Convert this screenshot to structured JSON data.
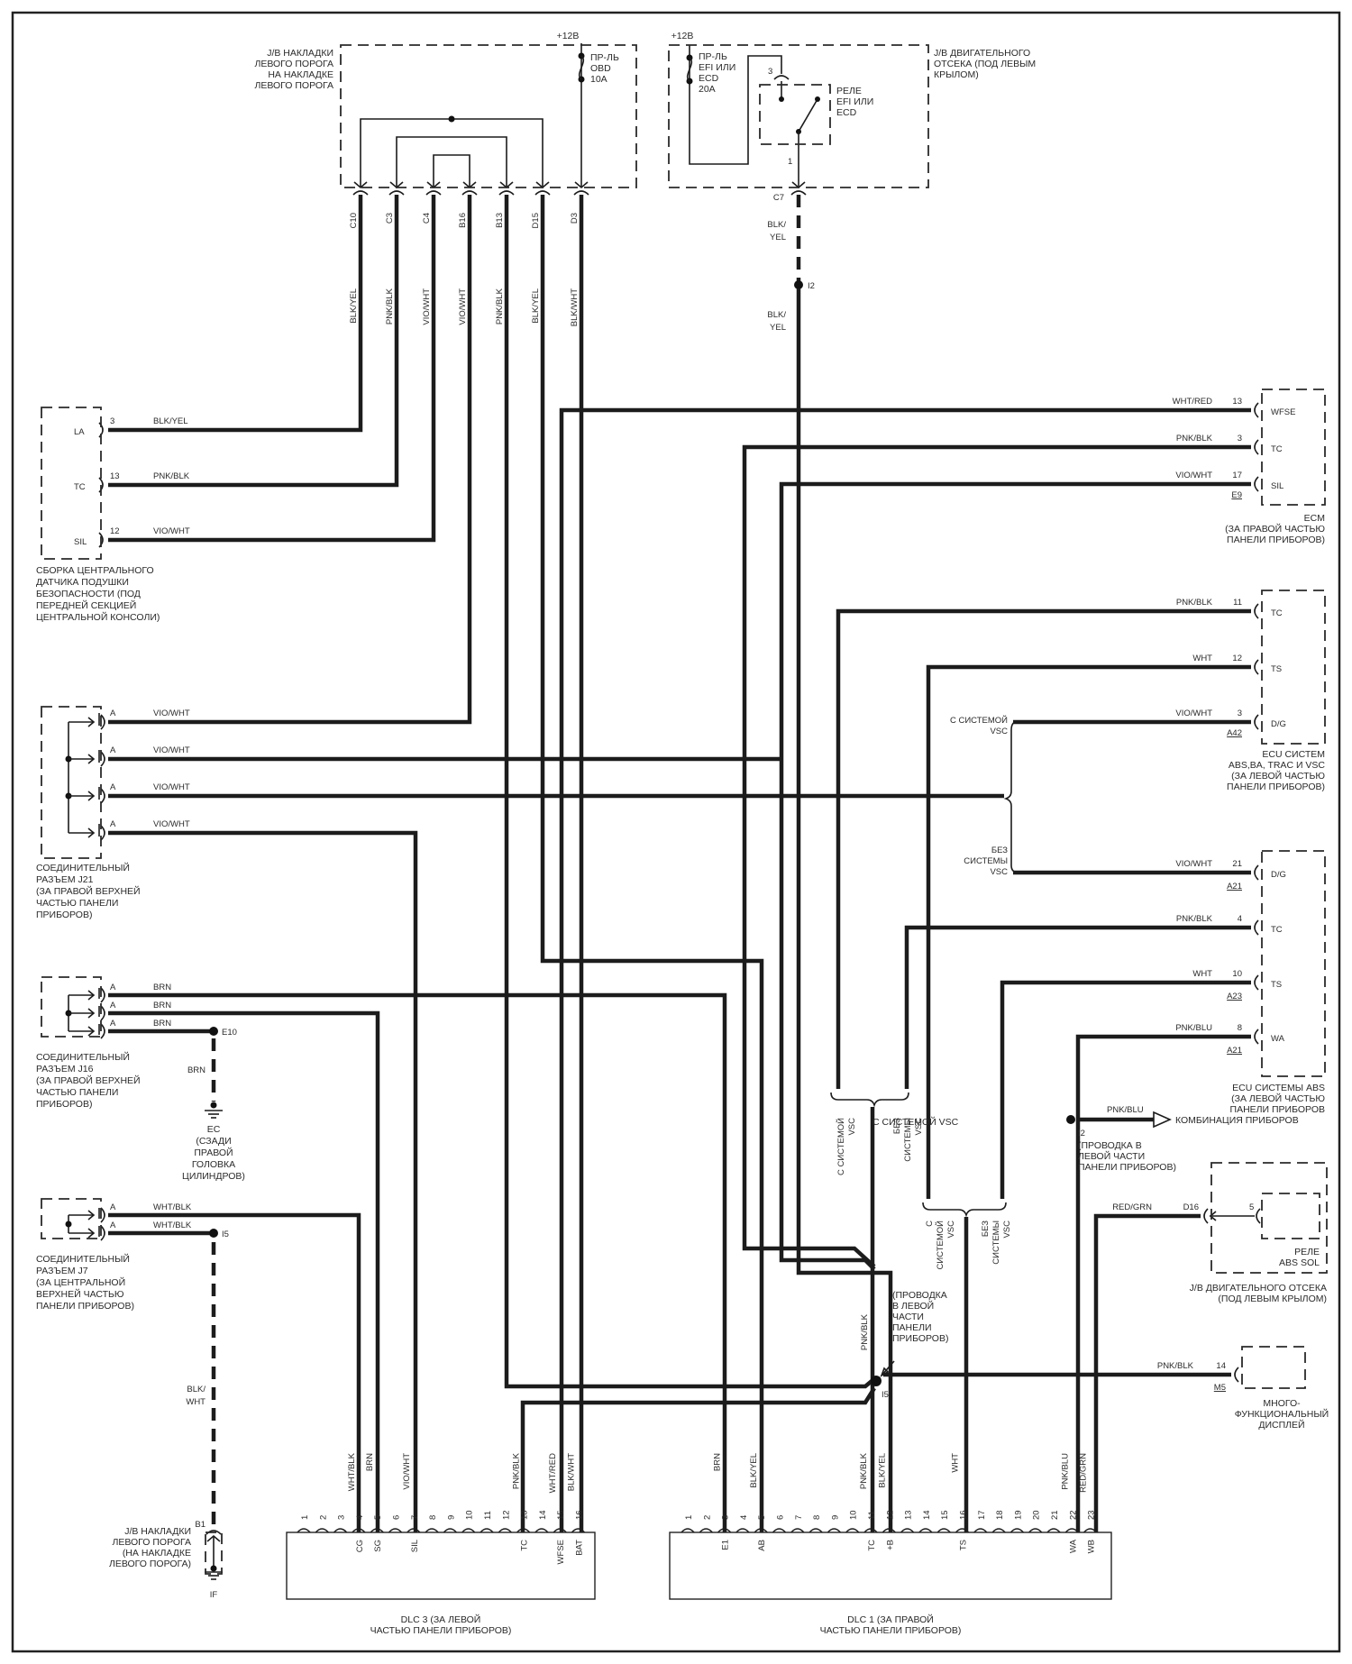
{
  "jb_left_sill": {
    "supply": "+12В",
    "title": [
      "J/B НАКЛАДКИ",
      "ЛЕВОГО ПОРОГА",
      "НА НАКЛАДКЕ",
      "ЛЕВОГО ПОРОГА"
    ],
    "fuse": [
      "ПР-ЛЬ",
      "OBD",
      "10A"
    ],
    "terminals": [
      {
        "pin": "C10",
        "wire": "BLK/YEL"
      },
      {
        "pin": "C3",
        "wire": "PNK/BLK"
      },
      {
        "pin": "C4",
        "wire": "VIO/WHT"
      },
      {
        "pin": "B16",
        "wire": "VIO/WHT"
      },
      {
        "pin": "B13",
        "wire": "PNK/BLK"
      },
      {
        "pin": "D15",
        "wire": "BLK/YEL"
      },
      {
        "pin": "D3",
        "wire": "BLK/WHT"
      }
    ]
  },
  "jb_engine": {
    "supply": "+12В",
    "title": [
      "J/B ДВИГАТЕЛЬНОГО",
      "ОТСЕКА (ПОД ЛЕВЫМ",
      "КРЫЛОМ)"
    ],
    "fuse": [
      "ПР-ЛЬ",
      "EFI ИЛИ",
      "ECD",
      "20A"
    ],
    "relay": [
      "РЕЛЕ",
      "EFI ИЛИ",
      "ECD"
    ],
    "relay_pins": [
      "3",
      "1"
    ],
    "out_pin": "C7",
    "wire": [
      "BLK/",
      "YEL"
    ],
    "splice": "I2"
  },
  "airbag_sensor": {
    "pins": [
      {
        "name": "LA",
        "num": "3",
        "wire": "BLK/YEL"
      },
      {
        "name": "TC",
        "num": "13",
        "wire": "PNK/BLK"
      },
      {
        "name": "SIL",
        "num": "12",
        "wire": "VIO/WHT"
      }
    ],
    "caption": [
      "СБОРКА ЦЕНТРАЛЬНОГО",
      "ДАТЧИКА ПОДУШКИ",
      "БЕЗОПАСНОСТИ (ПОД",
      "ПЕРЕДНЕЙ СЕКЦИЕЙ",
      "ЦЕНТРАЛЬНОЙ КОНСОЛИ)"
    ]
  },
  "ecm": {
    "pins": [
      {
        "name": "WFSE",
        "num": "13",
        "wire": "WHT/RED"
      },
      {
        "name": "TC",
        "num": "3",
        "wire": "PNK/BLK"
      },
      {
        "name": "SIL",
        "num": "17",
        "wire": "VIO/WHT"
      }
    ],
    "connector": "E9",
    "caption": [
      "ECM",
      "(ЗА ПРАВОЙ ЧАСТЬЮ",
      "ПАНЕЛИ ПРИБОРОВ)"
    ]
  },
  "ecu_vsc": {
    "pins": [
      {
        "name": "TC",
        "num": "11",
        "wire": "PNK/BLK"
      },
      {
        "name": "TS",
        "num": "12",
        "wire": "WHT"
      },
      {
        "name": "D/G",
        "num": "3",
        "wire": "VIO/WHT"
      }
    ],
    "connector": "A42",
    "caption": [
      "ECU СИСТЕМ",
      "ABS,BA, TRAC И VSC",
      "(ЗА ЛЕВОЙ ЧАСТЬЮ",
      "ПАНЕЛИ ПРИБОРОВ)"
    ]
  },
  "vsc_branch": {
    "with_vsc": [
      "С СИСТЕМОЙ",
      "VSC"
    ],
    "without_vsc": [
      "БЕЗ",
      "СИСТЕМЫ",
      "VSC"
    ]
  },
  "ecu_abs": {
    "pins": [
      {
        "name": "D/G",
        "num": "21",
        "wire": "VIO/WHT",
        "connector": "A21"
      },
      {
        "name": "TC",
        "num": "4",
        "wire": "PNK/BLK",
        "connector": ""
      },
      {
        "name": "TS",
        "num": "10",
        "wire": "WHT",
        "connector": "A23"
      },
      {
        "name": "WA",
        "num": "8",
        "wire": "PNK/BLU",
        "connector": "A21"
      }
    ],
    "caption": [
      "ECU СИСТЕМЫ ABS",
      "(ЗА ЛЕВОЙ ЧАСТЬЮ",
      "ПАНЕЛИ ПРИБОРОВ"
    ]
  },
  "j21": {
    "pin": "A",
    "wires": [
      "VIO/WHT",
      "VIO/WHT",
      "VIO/WHT",
      "VIO/WHT"
    ],
    "caption": [
      "СОЕДИНИТЕЛЬНЫЙ",
      "РАЗЪЕМ J21",
      "(ЗА ПРАВОЙ ВЕРХНЕЙ",
      "ЧАСТЬЮ ПАНЕЛИ",
      "ПРИБОРОВ)"
    ]
  },
  "j16": {
    "pin": "A",
    "wires": [
      "BRN",
      "BRN",
      "BRN"
    ],
    "splice": "E10",
    "ground_wire": "BRN",
    "ground": [
      "EC",
      "(СЗАДИ",
      "ПРАВОЙ",
      "ГОЛОВКА",
      "ЦИЛИНДРОВ)"
    ],
    "caption": [
      "СОЕДИНИТЕЛЬНЫЙ",
      "РАЗЪЕМ J16",
      "(ЗА ПРАВОЙ ВЕРХНЕЙ",
      "ЧАСТЬЮ ПАНЕЛИ",
      "ПРИБОРОВ)"
    ]
  },
  "j7": {
    "pin": "A",
    "wires": [
      "WHT/BLK",
      "WHT/BLK"
    ],
    "splice": "I5",
    "down_wire": [
      "BLK/",
      "WHT"
    ],
    "caption": [
      "СОЕДИНИТЕЛЬНЫЙ",
      "РАЗЪЕМ J7",
      "(ЗА ЦЕНТРАЛЬНОЙ",
      "ВЕРХНЕЙ ЧАСТЬЮ",
      "ПАНЕЛИ ПРИБОРОВ)"
    ]
  },
  "jb_sill_ground": {
    "pin": "B1",
    "ground": "IF",
    "caption": [
      "J/B НАКЛАДКИ",
      "ЛЕВОГО ПОРОГА",
      "(НА НАКЛАДКЕ",
      "ЛЕВОГО ПОРОГА)"
    ]
  },
  "splice_i2": {
    "label": "I2",
    "note": [
      "(ПРОВОДКА В",
      "ЛЕВОЙ ЧАСТИ",
      "ПАНЕЛИ ПРИБОРОВ)"
    ],
    "out_wire": "PNK/BLU",
    "out_target": "КОМБИНАЦИЯ ПРИБОРОВ"
  },
  "splice_i5": {
    "label": "I5",
    "note": [
      "(ПРОВОДКА",
      "В ЛЕВОЙ",
      "ЧАСТИ",
      "ПАНЕЛИ",
      "ПРИБОРОВ)"
    ],
    "wire": "PNK/BLK"
  },
  "abs_relay": {
    "wire": "RED/GRN",
    "pin_out": "D16",
    "pin_in": "5",
    "relay": [
      "РЕЛЕ",
      "ABS SOL"
    ],
    "caption": [
      "J/B ДВИГАТЕЛЬНОГО ОТСЕКА",
      "(ПОД ЛЕВЫМ КРЫЛОМ)"
    ]
  },
  "mfd": {
    "wire": "PNK/BLK",
    "pin": "14",
    "connector": "M5",
    "caption": [
      "МНОГО-",
      "ФУНКЦИОНАЛЬНЫЙ",
      "ДИСПЛЕЙ"
    ]
  },
  "dlc3": {
    "pin_numbers": [
      "1",
      "2",
      "3",
      "4",
      "5",
      "6",
      "7",
      "8",
      "9",
      "10",
      "11",
      "12",
      "13",
      "14",
      "15",
      "16"
    ],
    "signals": [
      {
        "pin": "4",
        "name": "CG",
        "wire": "WHT/BLK"
      },
      {
        "pin": "5",
        "name": "SG",
        "wire": "BRN"
      },
      {
        "pin": "7",
        "name": "SIL",
        "wire": "VIO/WHT"
      },
      {
        "pin": "13",
        "name": "TC",
        "wire": "PNK/BLK"
      },
      {
        "pin": "15",
        "name": "WFSE",
        "wire": "WHT/RED"
      },
      {
        "pin": "16",
        "name": "BAT",
        "wire": "BLK/WHT"
      }
    ],
    "caption": [
      "DLC 3 (ЗА ЛЕВОЙ",
      "ЧАСТЬЮ ПАНЕЛИ ПРИБОРОВ)"
    ]
  },
  "dlc1": {
    "pin_numbers": [
      "1",
      "2",
      "3",
      "4",
      "5",
      "6",
      "7",
      "8",
      "9",
      "10",
      "11",
      "12",
      "13",
      "14",
      "15",
      "16",
      "17",
      "18",
      "19",
      "20",
      "21",
      "22",
      "23"
    ],
    "signals": [
      {
        "pin": "3",
        "name": "E1",
        "wire": "BRN"
      },
      {
        "pin": "5",
        "name": "AB",
        "wire": "BLK/YEL"
      },
      {
        "pin": "11",
        "name": "TC",
        "wire": "PNK/BLK"
      },
      {
        "pin": "12",
        "name": "+B",
        "wire": "BLK/YEL"
      },
      {
        "pin": "16",
        "name": "TS",
        "wire": "WHT"
      },
      {
        "pin": "22",
        "name": "WA",
        "wire": "PNK/BLU"
      },
      {
        "pin": "23",
        "name": "WB",
        "wire": "RED/GRN"
      }
    ],
    "caption": [
      "DLC 1 (ЗА ПРАВОЙ",
      "ЧАСТЬЮ ПАНЕЛИ ПРИБОРОВ)"
    ]
  }
}
